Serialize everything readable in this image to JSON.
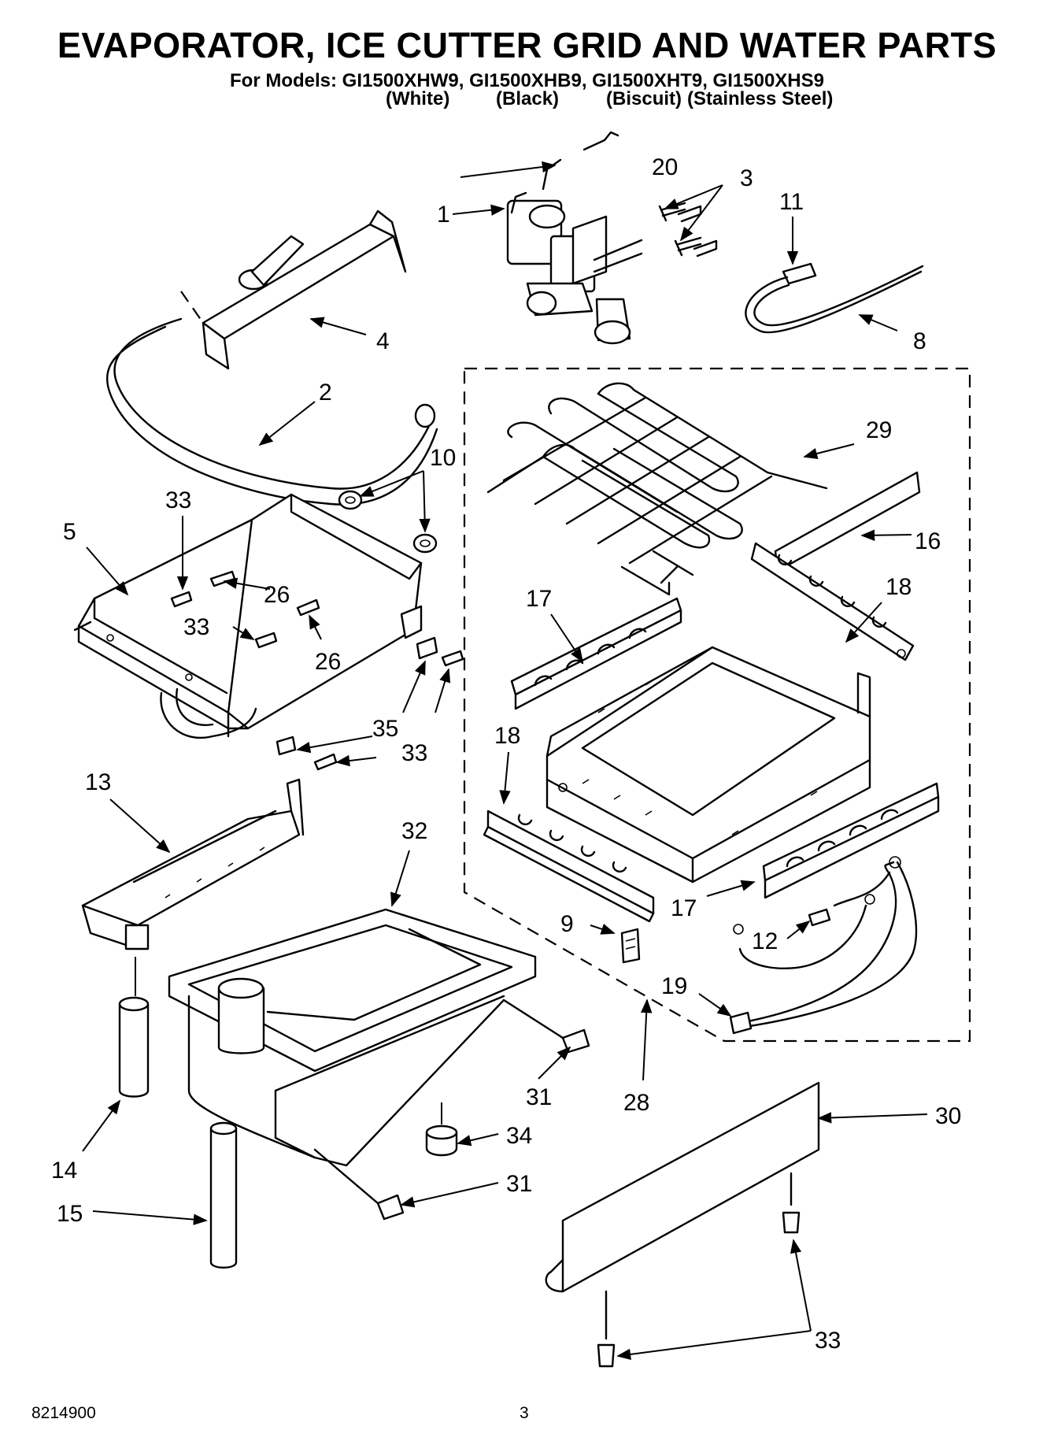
{
  "header": {
    "title": "EVAPORATOR, ICE CUTTER GRID AND WATER PARTS",
    "models_line": "For Models: GI1500XHW9, GI1500XHB9, GI1500XHT9, GI1500XHS9",
    "variants": {
      "white": "(White)",
      "black": "(Black)",
      "biscuit": "(Biscuit)",
      "stainless": "(Stainless Steel)"
    }
  },
  "callouts": {
    "c1": "1",
    "c2": "2",
    "c3": "3",
    "c4": "4",
    "c5": "5",
    "c8": "8",
    "c9": "9",
    "c10": "10",
    "c11": "11",
    "c12": "12",
    "c13": "13",
    "c14": "14",
    "c15": "15",
    "c16": "16",
    "c17a": "17",
    "c17b": "17",
    "c18a": "18",
    "c18b": "18",
    "c19": "19",
    "c20": "20",
    "c26a": "26",
    "c26b": "26",
    "c28": "28",
    "c29": "29",
    "c30": "30",
    "c31a": "31",
    "c31b": "31",
    "c32": "32",
    "c33a": "33",
    "c33b": "33",
    "c33c": "33",
    "c33d": "33",
    "c33e": "33",
    "c34": "34",
    "c35": "35"
  },
  "footer": {
    "code": "8214900",
    "page": "3"
  }
}
